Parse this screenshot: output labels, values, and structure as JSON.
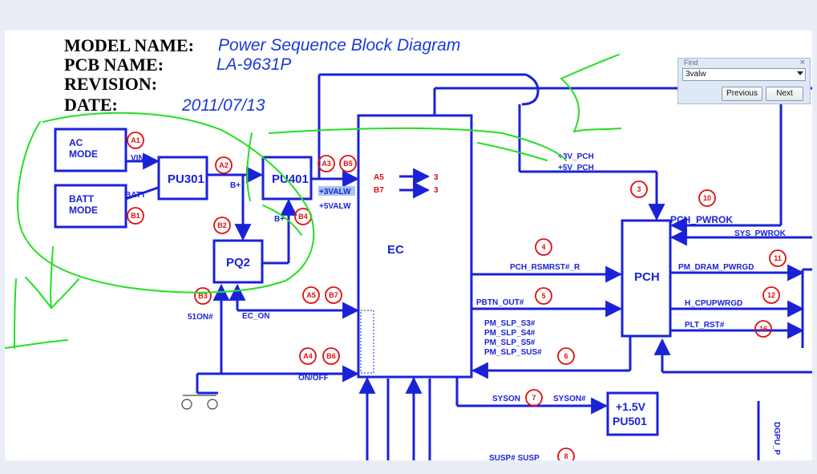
{
  "header": {
    "model_label": "MODEL NAME:",
    "model_value": "Power Sequence Block Diagram",
    "pcb_label": "PCB NAME:",
    "pcb_value": "LA-9631P",
    "revision_label": "REVISION:",
    "date_label": "DATE:",
    "date_value": "2011/07/13"
  },
  "find": {
    "title": "Find",
    "close": "×",
    "query": "3valw",
    "previous_label": "Previous",
    "next_label": "Next"
  },
  "blocks": {
    "ac_mode_1": "AC",
    "ac_mode_2": "MODE",
    "batt_mode_1": "BATT",
    "batt_mode_2": "MODE",
    "pu301": "PU301",
    "pu401": "PU401",
    "pq2": "PQ2",
    "ec": "EC",
    "pch": "PCH",
    "pu501_1": "+1.5V",
    "pu501_2": "PU501"
  },
  "signals": {
    "vin": "VIN",
    "batt": "BATT",
    "bplus1": "B+",
    "bplus2": "B+",
    "v3valw": "+3VALW",
    "v5valw": "+5VALW",
    "a5": "A5",
    "b7": "B7",
    "a5_3": "3",
    "b7_3": "3",
    "v3pch": "+3V_PCH",
    "v5pch": "+5V_PCH",
    "pch_pwrok": "PCH_PWROK",
    "sys_pwrok": "SYS_PWROK",
    "pch_rsmrst": "PCH_RSMRST#_R",
    "pbtn_out": "PBTN_OUT#",
    "slp_s3": "PM_SLP_S3#",
    "slp_s4": "PM_SLP_S4#",
    "slp_s5": "PM_SLP_S5#",
    "slp_sus": "PM_SLP_SUS#",
    "pm_dram": "PM_DRAM_PWRGD",
    "h_cpupwrgd": "H_CPUPWRGD",
    "plt_rst": "PLT_RST#",
    "syson_l": "SYSON",
    "syson_r": "SYSON#",
    "s51on": "51ON#",
    "ec_on": "EC_ON",
    "on_off": "ON/OFF",
    "susp": "SUSP# SUSP",
    "dgpu": "DGPU_P"
  },
  "markers": {
    "A1": "A1",
    "A2": "A2",
    "A3": "A3",
    "B5": "B5",
    "B1": "B1",
    "B2": "B2",
    "B3": "B3",
    "B4": "B4",
    "A5": "A5",
    "B7": "B7",
    "A4": "A4",
    "B6": "B6",
    "m3": "3",
    "m4": "4",
    "m5": "5",
    "m6": "6",
    "m7": "7",
    "m8": "8",
    "m10": "10",
    "m11": "11",
    "m12": "12",
    "m16": "16"
  },
  "colors": {
    "line": "#1a22d8",
    "marker": "#e01010",
    "annotation": "#22e022",
    "highlight": "#a9c6f0"
  }
}
